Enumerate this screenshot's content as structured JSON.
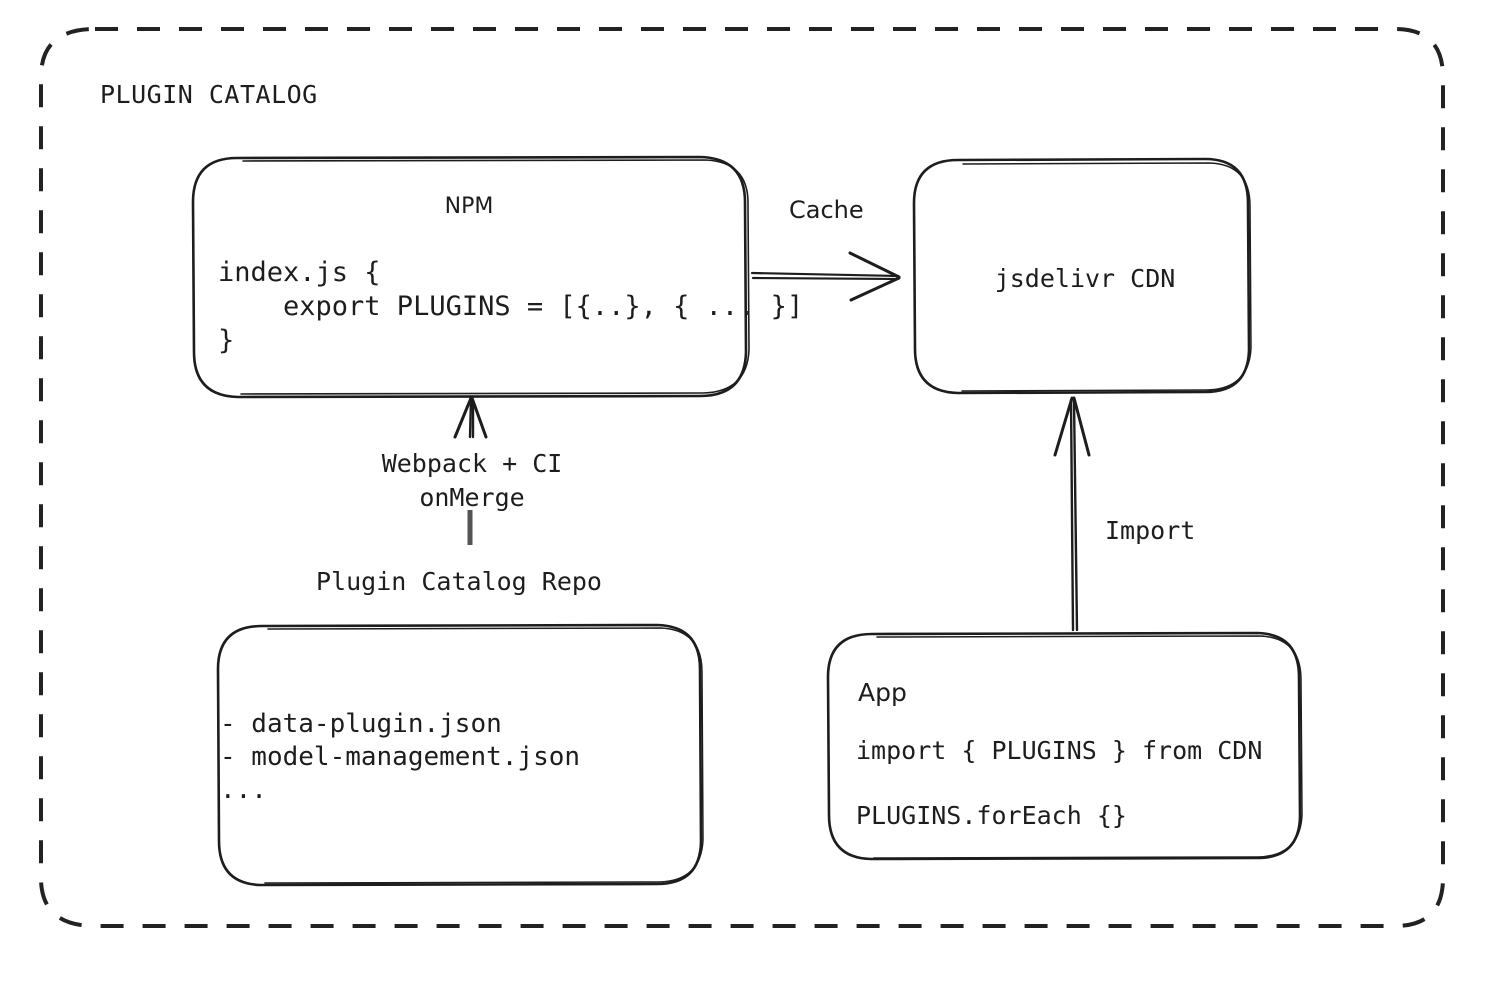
{
  "diagram": {
    "title": "PLUGIN CATALOG",
    "container": {
      "border_style": "dashed",
      "stroke": "#222222"
    },
    "stroke_color": "#1d1d1d",
    "background": "#ffffff"
  },
  "nodes": {
    "npm": {
      "title": "NPM",
      "code": "index.js {\n    export PLUGINS = [{..}, { ... }]\n}"
    },
    "cdn": {
      "title": "jsdelivr CDN"
    },
    "repo": {
      "label": "Plugin Catalog Repo",
      "files": "- data-plugin.json\n- model-management.json\n..."
    },
    "app": {
      "title": "App",
      "line1": "import { PLUGINS } from CDN",
      "line2": "PLUGINS.forEach {}"
    }
  },
  "edges": {
    "cache": {
      "label": "Cache",
      "from": "npm",
      "to": "cdn",
      "direction": "right"
    },
    "build": {
      "label": "Webpack + CI\nonMerge",
      "from": "repo",
      "to": "npm",
      "direction": "up"
    },
    "import": {
      "label": "Import",
      "from": "app",
      "to": "cdn",
      "direction": "up"
    }
  }
}
